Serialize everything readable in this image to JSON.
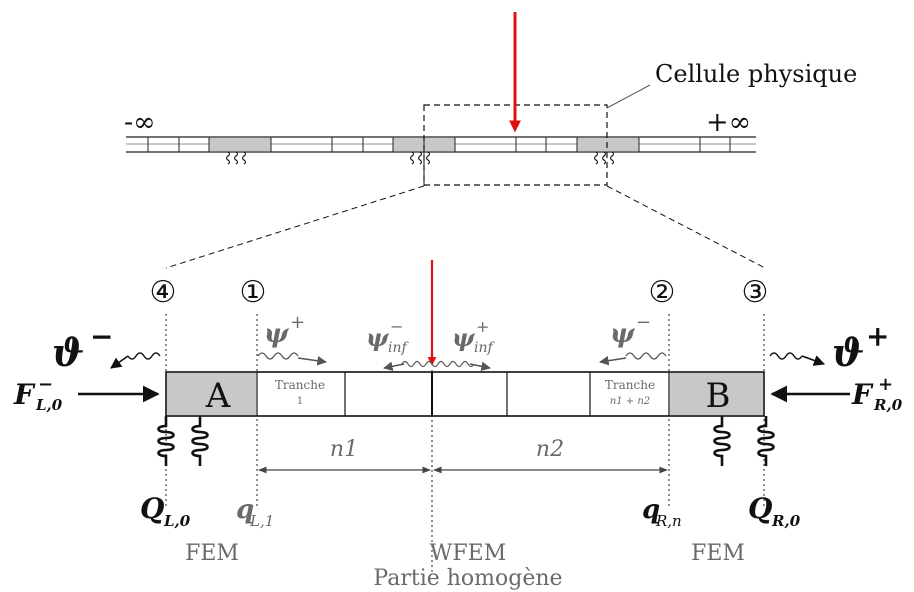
{
  "top": {
    "cell_label": "Cellule physique",
    "minus_inf": "-∞",
    "plus_inf": "+∞"
  },
  "nodes": {
    "n4": "④",
    "n1": "①",
    "n2": "②",
    "n3": "③"
  },
  "waves": {
    "theta_minus": "ϑ",
    "theta_minus_sup": "−",
    "theta_plus": "ϑ",
    "theta_plus_sup": "+",
    "psi_plus": "ψ",
    "psi_plus_sup": "+",
    "psi_minus": "ψ",
    "psi_minus_sup": "−",
    "psi_inf_minus": "ψ",
    "psi_inf_minus_sup": "−",
    "psi_inf_minus_sub": "inf",
    "psi_inf_plus": "ψ",
    "psi_inf_plus_sup": "+",
    "psi_inf_plus_sub": "inf"
  },
  "blocks": {
    "a": "A",
    "b": "B",
    "tranche_1_line1": "Tranche",
    "tranche_1_line2": "1",
    "tranche_n_line1": "Tranche",
    "tranche_n_line2": "n1 + n2"
  },
  "forces": {
    "f_left": "F",
    "f_left_sup": "−",
    "f_left_sub": "L,0",
    "f_right": "F",
    "f_right_sup": "+",
    "f_right_sub": "R,0"
  },
  "dimensions": {
    "n1": "n1",
    "n2": "n2"
  },
  "dofs": {
    "q_L0": "Q",
    "q_L0_sub": "L,0",
    "q_L1": "q",
    "q_L1_sub": "L,1",
    "q_Rn": "q",
    "q_Rn_sub": "R,n",
    "q_R0": "Q",
    "q_R0_sub": "R,0"
  },
  "bottom": {
    "fem_left": "FEM",
    "wfem": "WFEM",
    "fem_right": "FEM",
    "homogeneous": "Partie homogène"
  },
  "colors": {
    "excitation": "#e01010",
    "block_fill": "#c8c8c8",
    "wave_arrow": "#555555",
    "caption": "#6a6a6a"
  }
}
